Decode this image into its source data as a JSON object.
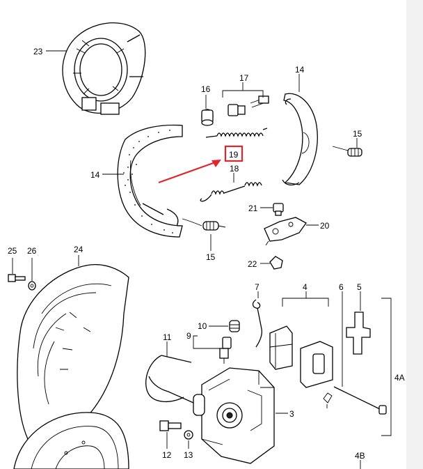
{
  "diagram": {
    "labels": {
      "l23": "23",
      "l16": "16",
      "l17": "17",
      "l14a": "14",
      "l14b": "14",
      "l15a": "15",
      "l15b": "15",
      "l19": "19",
      "l18": "18",
      "l21": "21",
      "l20": "20",
      "l22": "22",
      "l25": "25",
      "l26": "26",
      "l24": "24",
      "l7": "7",
      "l4": "4",
      "l6": "6",
      "l5": "5",
      "l10": "10",
      "l9": "9",
      "l11": "11",
      "l3": "3",
      "l4A": "4A",
      "l12": "12",
      "l13": "13",
      "l4B": "4B"
    },
    "highlight_color": "#e0262b"
  }
}
